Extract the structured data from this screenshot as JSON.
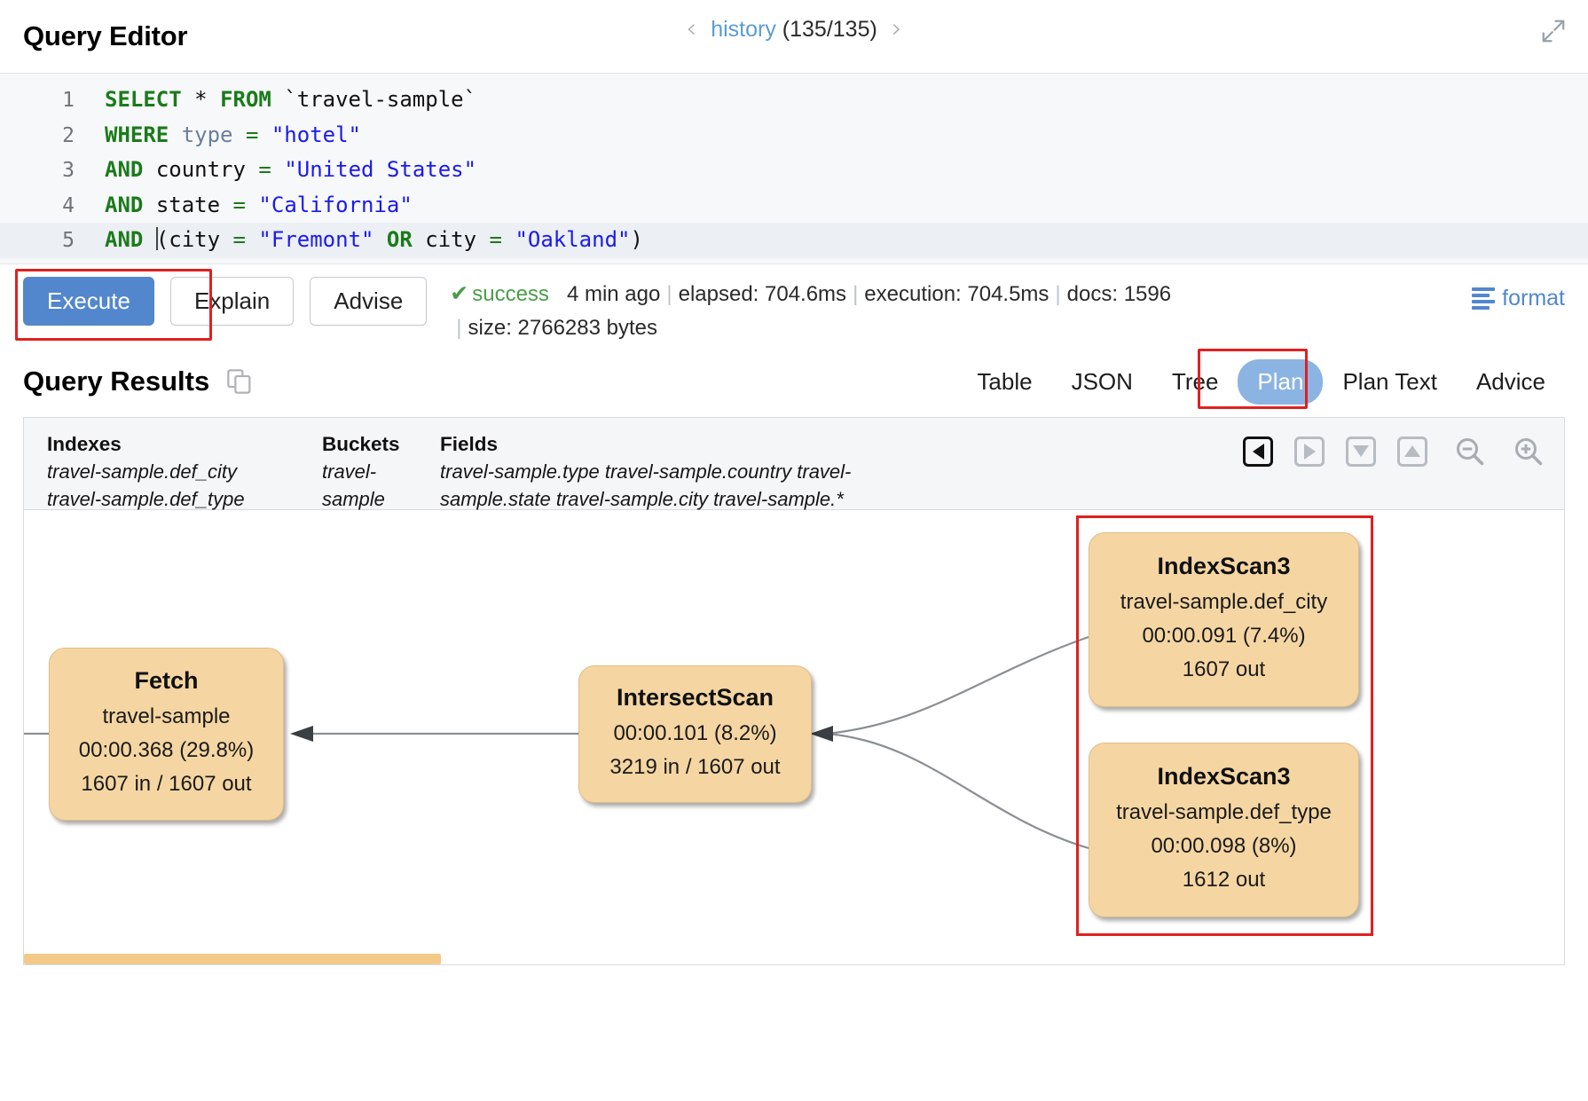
{
  "header": {
    "title": "Query Editor",
    "history_label": "history",
    "history_count": "(135/135)",
    "prev_icon": "chevron-left-icon",
    "next_icon": "chevron-right-icon",
    "expand_icon": "expand-icon"
  },
  "editor": {
    "lines": [
      {
        "num": "1",
        "text": "SELECT * FROM `travel-sample`"
      },
      {
        "num": "2",
        "text": "WHERE type = \"hotel\""
      },
      {
        "num": "3",
        "text": "AND country = \"United States\""
      },
      {
        "num": "4",
        "text": "AND state = \"California\""
      },
      {
        "num": "5",
        "text": "AND (city = \"Fremont\" OR city = \"Oakland\")"
      }
    ],
    "active_line": "5"
  },
  "actions": {
    "execute_label": "Execute",
    "explain_label": "Explain",
    "advise_label": "Advise",
    "format_label": "format",
    "execute_highlighted": true
  },
  "status": {
    "state": "success",
    "check_icon": "check-icon",
    "time_ago": "4 min ago",
    "elapsed": "elapsed: 704.6ms",
    "execution": "execution: 704.5ms",
    "docs": "docs: 1596",
    "size": "size: 2766283 bytes"
  },
  "results": {
    "title": "Query Results",
    "copy_icon": "copy-icon",
    "tabs": [
      {
        "label": "Table",
        "active": false
      },
      {
        "label": "JSON",
        "active": false
      },
      {
        "label": "Tree",
        "active": false
      },
      {
        "label": "Plan",
        "active": true
      },
      {
        "label": "Plan Text",
        "active": false
      },
      {
        "label": "Advice",
        "active": false
      }
    ],
    "active_tab": "Plan",
    "plan_tab_highlighted": true
  },
  "plan_meta": {
    "indexes_header": "Indexes",
    "indexes": [
      "travel-sample.def_city",
      "travel-sample.def_type"
    ],
    "buckets_header": "Buckets",
    "buckets": [
      "travel-",
      "sample"
    ],
    "fields_header": "Fields",
    "fields_line1": "travel-sample.type   travel-sample.country   travel-",
    "fields_line2": "sample.state   travel-sample.city   travel-sample.*",
    "tools": [
      {
        "name": "step-left-button",
        "icon": "triangle-left-icon",
        "active": true
      },
      {
        "name": "step-right-button",
        "icon": "triangle-right-icon",
        "active": false
      },
      {
        "name": "step-down-button",
        "icon": "triangle-down-icon",
        "active": false
      },
      {
        "name": "step-up-button",
        "icon": "triangle-up-icon",
        "active": false
      },
      {
        "name": "zoom-out-button",
        "icon": "magnifier-minus-icon",
        "active": false
      },
      {
        "name": "zoom-in-button",
        "icon": "magnifier-plus-icon",
        "active": false
      }
    ]
  },
  "plan_nodes": [
    {
      "id": "fetch",
      "title": "Fetch",
      "lines": [
        "travel-sample",
        "00:00.368 (29.8%)",
        "1607 in / 1607 out"
      ],
      "highlighted": false
    },
    {
      "id": "intersectscan",
      "title": "IntersectScan",
      "lines": [
        "00:00.101 (8.2%)",
        "3219 in / 1607 out"
      ],
      "highlighted": false
    },
    {
      "id": "indexscan3-city",
      "title": "IndexScan3",
      "lines": [
        "travel-sample.def_city",
        "00:00.091 (7.4%)",
        "1607 out"
      ],
      "highlighted": true
    },
    {
      "id": "indexscan3-type",
      "title": "IndexScan3",
      "lines": [
        "travel-sample.def_type",
        "00:00.098 (8%)",
        "1612 out"
      ],
      "highlighted": true
    }
  ],
  "colors": {
    "accent_blue": "#5287ce",
    "tab_active": "#8cb4e3",
    "node_fill": "#f5d6a2",
    "highlight_red": "#e02020",
    "success_green": "#4a9c4a",
    "string_blue": "#1a1aee",
    "keyword_green": "#1a7b1a"
  }
}
